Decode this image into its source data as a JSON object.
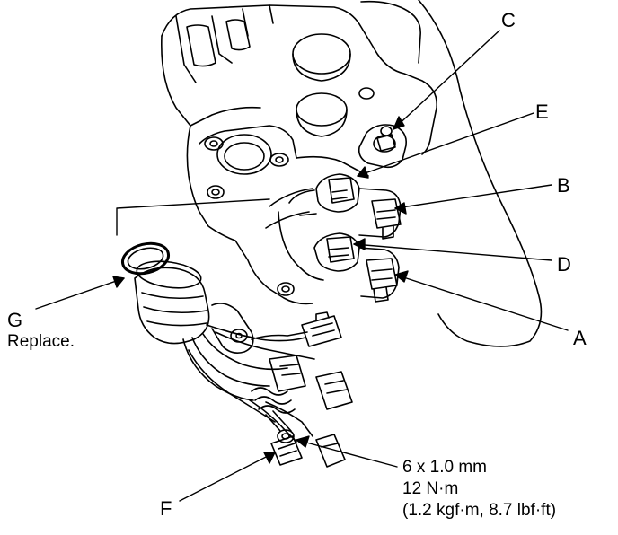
{
  "callouts": {
    "a": "A",
    "b": "B",
    "c": "C",
    "d": "D",
    "e": "E",
    "f": "F",
    "g": "G"
  },
  "notes": {
    "g_instruction": "Replace.",
    "bolt_size": "6 x 1.0 mm",
    "torque_nm": "12 N·m",
    "torque_alt": "(1.2 kgf·m, 8.7 lbf·ft)"
  },
  "colors": {
    "line": "#000000",
    "background": "#ffffff"
  }
}
